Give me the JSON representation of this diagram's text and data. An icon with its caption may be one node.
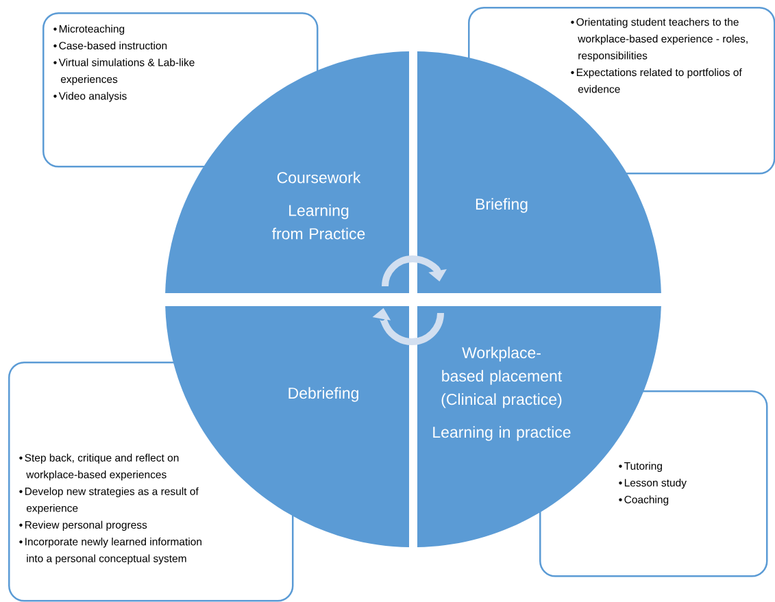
{
  "diagram": {
    "nodes": [
      {
        "text": [
          "Microteaching",
          "Case-based instruction",
          "Virtual simulations & Lab-like experiences",
          "Video analysis"
        ]
      },
      {
        "text": [
          "Orientating student teachers to the workplace-based experience - roles, responsibilities",
          "Expectations related to portfolios of evidence"
        ]
      },
      {
        "text": [
          "Coursework",
          "Learning from Practice"
        ]
      },
      {
        "text": [
          "Briefing"
        ]
      },
      {
        "text": [
          "Debriefing"
        ]
      },
      {
        "text": [
          "Workplace-based placement (Clinical practice)",
          "Learning in practice"
        ]
      },
      {
        "text": [
          "Step back, critique and reflect on workplace-based experiences",
          "Develop new strategies as a result of experience",
          "Review personal progress",
          "Incorporate newly learned information into a personal conceptual system"
        ]
      },
      {
        "text": [
          "Tutoring",
          "Lesson study",
          "Coaching"
        ]
      }
    ],
    "edges": [
      {
        "from": 2,
        "to": 3,
        "arrow": "to"
      },
      {
        "from": 5,
        "to": 4,
        "arrow": "to"
      }
    ]
  }
}
